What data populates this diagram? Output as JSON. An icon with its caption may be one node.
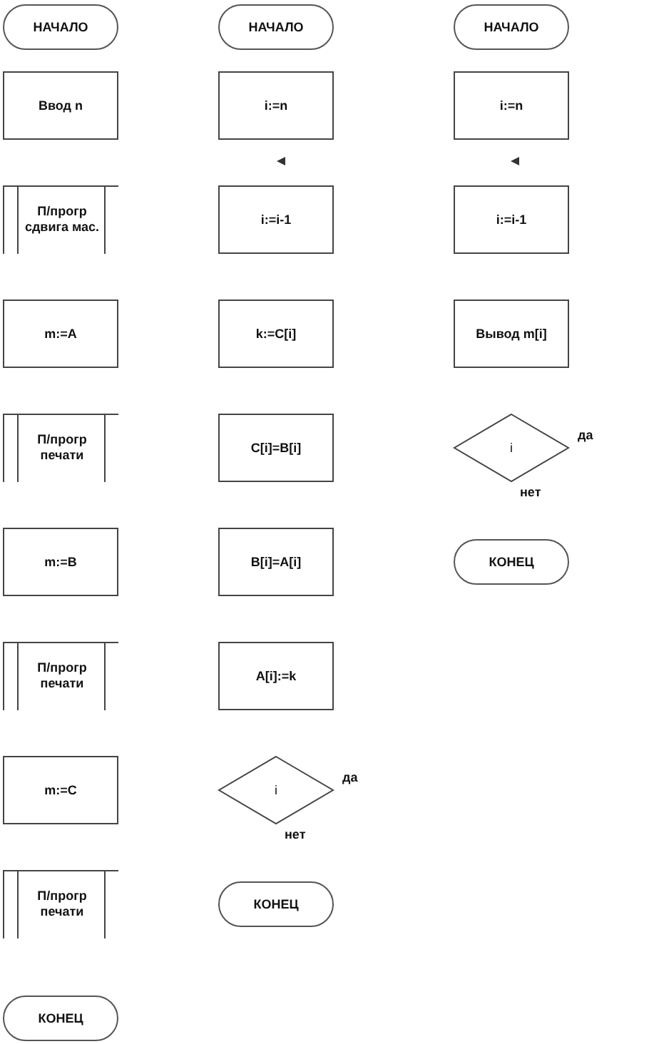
{
  "diagram": {
    "nodes": [
      {
        "text": [
          "НАЧАЛО"
        ]
      },
      {
        "text": [
          "Ввод n"
        ]
      },
      {
        "text": [
          "П/прогр сдвига мас."
        ]
      },
      {
        "text": [
          "m:=A"
        ]
      },
      {
        "text": [
          "П/прогр печати"
        ]
      },
      {
        "text": [
          "m:=B"
        ]
      },
      {
        "text": [
          "П/прогр печати"
        ]
      },
      {
        "text": [
          "m:=C"
        ]
      },
      {
        "text": [
          "П/прогр печати"
        ]
      },
      {
        "text": [
          "КОНЕЦ"
        ]
      },
      {
        "text": [
          "НАЧАЛО"
        ]
      },
      {
        "text": [
          "i:=n"
        ]
      },
      {
        "text": [
          "i:=i-1"
        ]
      },
      {
        "text": [
          "k:=C[i]"
        ]
      },
      {
        "text": [
          "C[i]=B[i]"
        ]
      },
      {
        "text": [
          "B[i]=A[i]"
        ]
      },
      {
        "text": [
          "A[i]:=k"
        ]
      },
      {
        "text": [
          "i"
        ],
        "beside": [
          "да",
          "нет"
        ]
      },
      {
        "text": [
          "КОНЕЦ"
        ]
      },
      {
        "text": [
          "НАЧАЛО"
        ]
      },
      {
        "text": [
          "i:=n"
        ]
      },
      {
        "text": [
          "i:=i-1"
        ]
      },
      {
        "text": [
          "Вывод m[i]"
        ]
      },
      {
        "text": [
          "i"
        ],
        "beside": [
          "да",
          "нет"
        ]
      },
      {
        "text": [
          "КОНЕЦ"
        ]
      }
    ],
    "edges": []
  }
}
